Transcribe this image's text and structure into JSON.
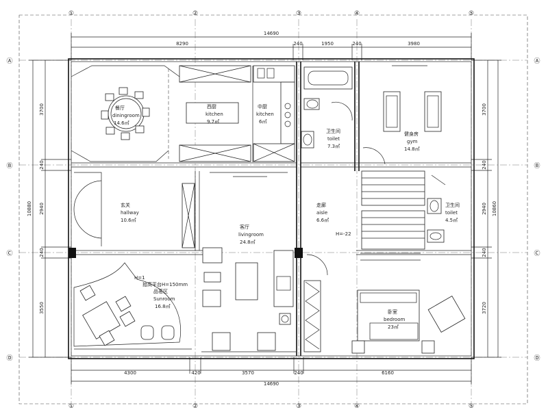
{
  "grid": {
    "columns": [
      "①",
      "②",
      "③",
      "④",
      "⑤"
    ],
    "rows": [
      "Ⓐ",
      "Ⓑ",
      "Ⓒ",
      "Ⓓ"
    ]
  },
  "dimensions": {
    "top_total": "14690",
    "top_segments": [
      "8290",
      "240",
      "1950",
      "240",
      "3980"
    ],
    "bottom_total": "14690",
    "bottom_segments": [
      "4300",
      "420",
      "3570",
      "240",
      "6160"
    ],
    "left_total": "10880",
    "left_segments": [
      "3700",
      "240",
      "2940",
      "240",
      "3550"
    ],
    "right_total": "10860",
    "right_segments": [
      "3700",
      "240",
      "2940",
      "240",
      "3720"
    ]
  },
  "rooms": {
    "dining": {
      "cn": "餐厅",
      "en": "diningroom",
      "area": "14.6㎡"
    },
    "kitchen_w": {
      "cn": "西厨",
      "en": "kitchen",
      "area": "9.7㎡"
    },
    "kitchen_c": {
      "cn": "中厨",
      "en": "kitchen",
      "area": "6㎡"
    },
    "toilet_top": {
      "cn": "卫生间",
      "en": "toilet",
      "area": "7.3㎡"
    },
    "gym": {
      "cn": "健身房",
      "en": "gym",
      "area": "14.8㎡"
    },
    "hallway": {
      "cn": "玄关",
      "en": "hallway",
      "area": "10.6㎡"
    },
    "living": {
      "cn": "客厅",
      "en": "livingroom",
      "area": "24.8㎡"
    },
    "aisle": {
      "cn": "走廊",
      "en": "aisle",
      "area": "6.6㎡"
    },
    "toilet_right": {
      "cn": "卫生间",
      "en": "toilet",
      "area": "4.5㎡"
    },
    "sunroom": {
      "cn": "品茗区",
      "en": "Sunroom",
      "area": "16.8㎡"
    },
    "bedroom": {
      "cn": "卧室",
      "en": "bedroom",
      "area": "23㎡"
    }
  },
  "annotations": {
    "sunroom_note": "抬高平台H=150mm",
    "sunroom_mark": "H=1",
    "aisle_mark": "H=-22"
  }
}
